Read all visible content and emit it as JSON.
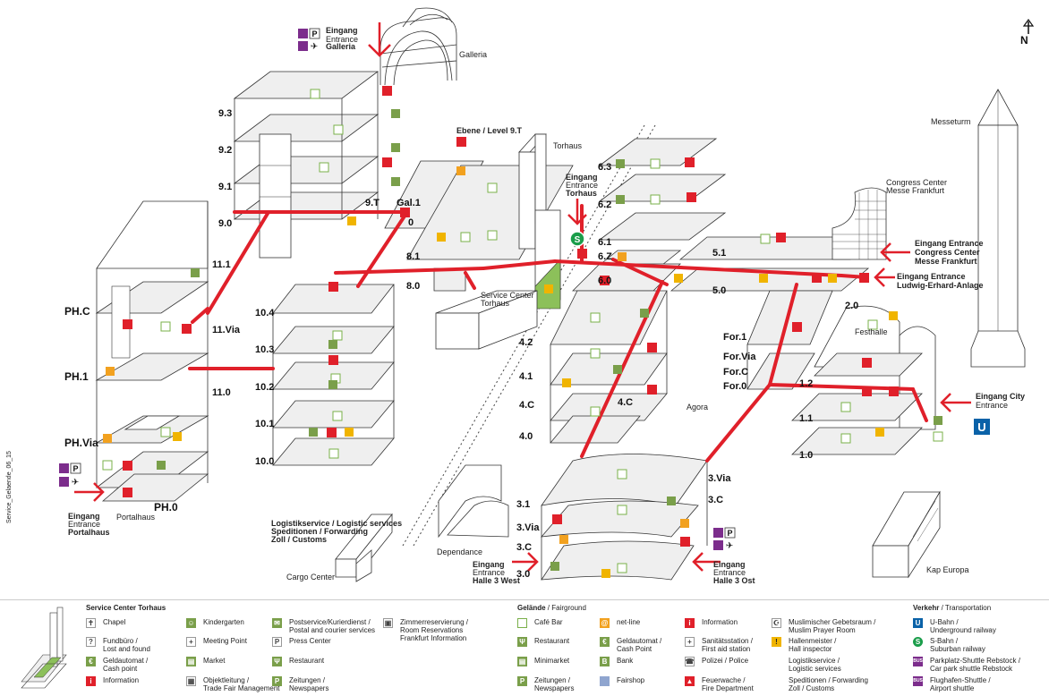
{
  "map": {
    "north_label": "N",
    "side_code": "Service_Gelaende_06_15",
    "entrances": {
      "galleria": {
        "line1": "Eingang",
        "line2": "Entrance",
        "line3": "Galleria"
      },
      "torhaus": {
        "line1": "Eingang",
        "line2": "Entrance",
        "line3": "Torhaus"
      },
      "congress": {
        "line1": "Eingang Entrance",
        "line2": "Congress Center",
        "line3": "Messe Frankfurt"
      },
      "ludwig": {
        "line1": "Eingang Entrance",
        "line2": "Ludwig-Erhard-Anlage"
      },
      "city": {
        "line1": "Eingang City",
        "line2": "Entrance"
      },
      "portalhaus": {
        "line1": "Eingang",
        "line2": "Entrance",
        "line3": "Portalhaus"
      },
      "halle3west": {
        "line1": "Eingang",
        "line2": "Entrance",
        "line3": "Halle 3 West"
      },
      "halle3ost": {
        "line1": "Eingang",
        "line2": "Entrance",
        "line3": "Halle 3 Ost"
      }
    },
    "buildings": {
      "galleria": "Galleria",
      "torhaus": "Torhaus",
      "messeturm": "Messeturm",
      "congress_line1": "Congress Center",
      "congress_line2": "Messe Frankfurt",
      "festhalle": "Festhalle",
      "agora": "Agora",
      "portalhaus": "Portalhaus",
      "dependance": "Dependance",
      "cargo": "Cargo Center",
      "kap_europa": "Kap Europa",
      "service_center_line1": "Service Center",
      "service_center_line2": "Torhaus",
      "ebene": "Ebene / Level 9.T",
      "logistik_line1": "Logistikservice / Logistic services",
      "logistik_line2": "Speditionen / Forwarding",
      "logistik_line3": "Zoll / Customs"
    },
    "levels": {
      "h9_3": "9.3",
      "h9_2": "9.2",
      "h9_1": "9.1",
      "h9_0": "9.0",
      "h9_t": "9.T",
      "gal1": "Gal.1",
      "zero": "0",
      "h8_1": "8.1",
      "h8_0": "8.0",
      "h6_3": "6.3",
      "h6_2": "6.2",
      "h6_1": "6.1",
      "h6_z": "6.Z",
      "h6_0": "6.0",
      "h5_1": "5.1",
      "h5_0": "5.0",
      "h11_1": "11.1",
      "h11_via": "11.Via",
      "h11_0": "11.0",
      "phc": "PH.C",
      "ph1": "PH.1",
      "phvia": "PH.Via",
      "ph0": "PH.0",
      "h10_4": "10.4",
      "h10_3": "10.3",
      "h10_2": "10.2",
      "h10_1": "10.1",
      "h10_0": "10.0",
      "h4_2": "4.2",
      "h4_1": "4.1",
      "h4_c_left": "4.C",
      "h4_c_right": "4.C",
      "h4_0": "4.0",
      "for1": "For.1",
      "forvia": "For.Via",
      "forc": "For.C",
      "for0": "For.0",
      "h2_0": "2.0",
      "h1_2": "1.2",
      "h1_1": "1.1",
      "h1_0": "1.0",
      "h3_via_r": "3.Via",
      "h3_c_r": "3.C",
      "h3_1": "3.1",
      "h3_via_l": "3.Via",
      "h3_c_l": "3.C",
      "h3_0": "3.0"
    }
  },
  "legend": {
    "service_center_title": "Service Center Torhaus",
    "gelaende_title_bold": "Gelände",
    "gelaende_title_rest": " / Fairground",
    "verkehr_title_bold": "Verkehr",
    "verkehr_title_rest": " / Transportation",
    "col1": [
      {
        "icon": "chapel-icon",
        "style": "ic-grey",
        "glyph": "✝",
        "line1": "Chapel",
        "line2": ""
      },
      {
        "icon": "lost-found-icon",
        "style": "ic-grey",
        "glyph": "?",
        "line1": "Fundbüro /",
        "line2": "Lost and found"
      },
      {
        "icon": "cash-point-icon",
        "style": "ic-green",
        "glyph": "€",
        "line1": "Geldautomat /",
        "line2": "Cash point"
      },
      {
        "icon": "information-icon",
        "style": "ic-red",
        "glyph": "i",
        "line1": "Information",
        "line2": ""
      }
    ],
    "col2": [
      {
        "icon": "kindergarten-icon",
        "style": "ic-green",
        "glyph": "☺",
        "line1": "Kindergarten",
        "line2": ""
      },
      {
        "icon": "meeting-point-icon",
        "style": "ic-grey",
        "glyph": "+",
        "line1": "Meeting Point",
        "line2": ""
      },
      {
        "icon": "market-icon",
        "style": "ic-green",
        "glyph": "▤",
        "line1": "Market",
        "line2": ""
      },
      {
        "icon": "management-icon",
        "style": "ic-grey",
        "glyph": "▦",
        "line1": "Objektleitung /",
        "line2": "Trade Fair Management"
      }
    ],
    "col3": [
      {
        "icon": "post-icon",
        "style": "ic-green",
        "glyph": "✉",
        "line1": "Postservice/Kurierdienst /",
        "line2": "Postal and courier services"
      },
      {
        "icon": "press-icon",
        "style": "ic-grey",
        "glyph": "P",
        "line1": "Press Center",
        "line2": ""
      },
      {
        "icon": "restaurant-icon",
        "style": "ic-green",
        "glyph": "Ψ",
        "line1": "Restaurant",
        "line2": ""
      },
      {
        "icon": "newspapers-icon",
        "style": "ic-green",
        "glyph": "P",
        "line1": "Zeitungen /",
        "line2": "Newspapers"
      }
    ],
    "col4": [
      {
        "icon": "room-reservations-icon",
        "style": "ic-grey",
        "glyph": "▣",
        "line1": "Zimmerreservierung /",
        "line2": "Room Reservations",
        "line3": "Frankfurt Information"
      }
    ],
    "col5": [
      {
        "icon": "cafe-bar-icon",
        "style": "ic-outline",
        "glyph": "",
        "line1": "Café Bar",
        "line2": ""
      },
      {
        "icon": "restaurant-icon",
        "style": "ic-green",
        "glyph": "Ψ",
        "line1": "Restaurant",
        "line2": ""
      },
      {
        "icon": "minimarket-icon",
        "style": "ic-green",
        "glyph": "▤",
        "line1": "Minimarket",
        "line2": ""
      },
      {
        "icon": "newspapers-icon",
        "style": "ic-green",
        "glyph": "P",
        "line1": "Zeitungen /",
        "line2": "Newspapers"
      }
    ],
    "col6": [
      {
        "icon": "net-line-icon",
        "style": "ic-orange",
        "glyph": "@",
        "line1": "net-line",
        "line2": ""
      },
      {
        "icon": "cash-point-icon",
        "style": "ic-green",
        "glyph": "€",
        "line1": "Geldautomat /",
        "line2": "Cash Point"
      },
      {
        "icon": "bank-icon",
        "style": "ic-green",
        "glyph": "B",
        "line1": "Bank",
        "line2": ""
      },
      {
        "icon": "fairshop-icon",
        "style": "ic-blue",
        "glyph": "",
        "line1": "Fairshop",
        "line2": ""
      }
    ],
    "col7": [
      {
        "icon": "information-icon",
        "style": "ic-red",
        "glyph": "i",
        "line1": "Information",
        "line2": ""
      },
      {
        "icon": "first-aid-icon",
        "style": "ic-grey",
        "glyph": "+",
        "line1": "Sanitätsstation /",
        "line2": "First aid station"
      },
      {
        "icon": "police-icon",
        "style": "ic-grey",
        "glyph": "☎",
        "line1": "Polizei / Police",
        "line2": ""
      },
      {
        "icon": "fire-department-icon",
        "style": "ic-red",
        "glyph": "▲",
        "line1": "Feuerwache /",
        "line2": "Fire Department"
      }
    ],
    "col8": [
      {
        "icon": "prayer-room-icon",
        "style": "ic-grey",
        "glyph": "☪",
        "line1": "Muslimischer Gebetsraum /",
        "line2": "Muslim Prayer Room"
      },
      {
        "icon": "hall-inspector-icon",
        "style": "ic-yellow",
        "glyph": "!",
        "line1": "Hallenmeister /",
        "line2": "Hall inspector"
      },
      {
        "icon": "",
        "style": "",
        "glyph": "",
        "line1": "Logistikservice /",
        "line2": "Logistic services"
      },
      {
        "icon": "",
        "style": "",
        "glyph": "",
        "line1": "Speditionen / Forwarding",
        "line2": "Zoll / Customs"
      }
    ],
    "col9": [
      {
        "icon": "u-bahn-icon",
        "style": "ic-ubahn",
        "glyph": "U",
        "line1": "U-Bahn /",
        "line2": "Underground railway"
      },
      {
        "icon": "s-bahn-icon",
        "style": "ic-sbahn",
        "glyph": "S",
        "line1": "S-Bahn /",
        "line2": "Suburban railway"
      },
      {
        "icon": "parking-shuttle-icon",
        "style": "ic-purple",
        "glyph": "BUS",
        "line1": "Parkplatz-Shuttle Rebstock /",
        "line2": "Car park shuttle Rebstock"
      },
      {
        "icon": "airport-shuttle-icon",
        "style": "ic-purple",
        "glyph": "BUS",
        "line1": "Flughafen-Shuttle /",
        "line2": "Airport shuttle"
      }
    ]
  }
}
